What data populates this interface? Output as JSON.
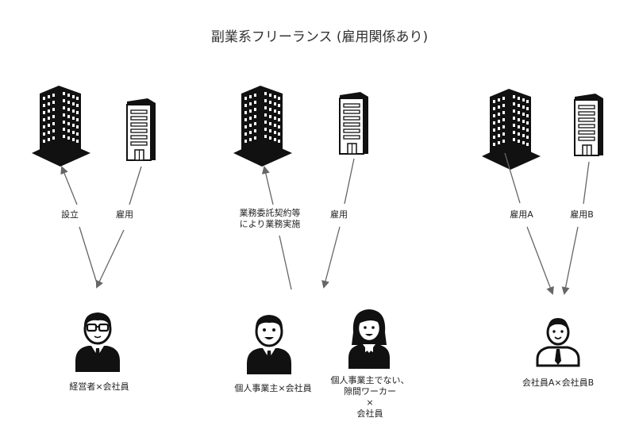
{
  "title": "副業系フリーランス (雇用関係あり)",
  "colors": {
    "icon": "#111111",
    "arrow": "#666666",
    "building_light": "#ffffff"
  },
  "icons": {
    "office_building": "office-building-icon",
    "small_building": "small-building-icon",
    "person_glasses": "businessman-glasses-icon",
    "person": "businessman-icon",
    "woman": "businesswoman-icon",
    "person_tie": "office-worker-tie-icon"
  },
  "group1": {
    "edge_left": "設立",
    "edge_right": "雇用",
    "person": "経営者×会社員"
  },
  "group2": {
    "edge_left": "業務委託契約等\nにより業務実施",
    "edge_right": "雇用",
    "person": "個人事業主×会社員",
    "person2": "個人事業主でない、\n隙間ワーカー\n×\n会社員"
  },
  "group3": {
    "edge_left": "雇用A",
    "edge_right": "雇用B",
    "person": "会社員A×会社員B"
  }
}
